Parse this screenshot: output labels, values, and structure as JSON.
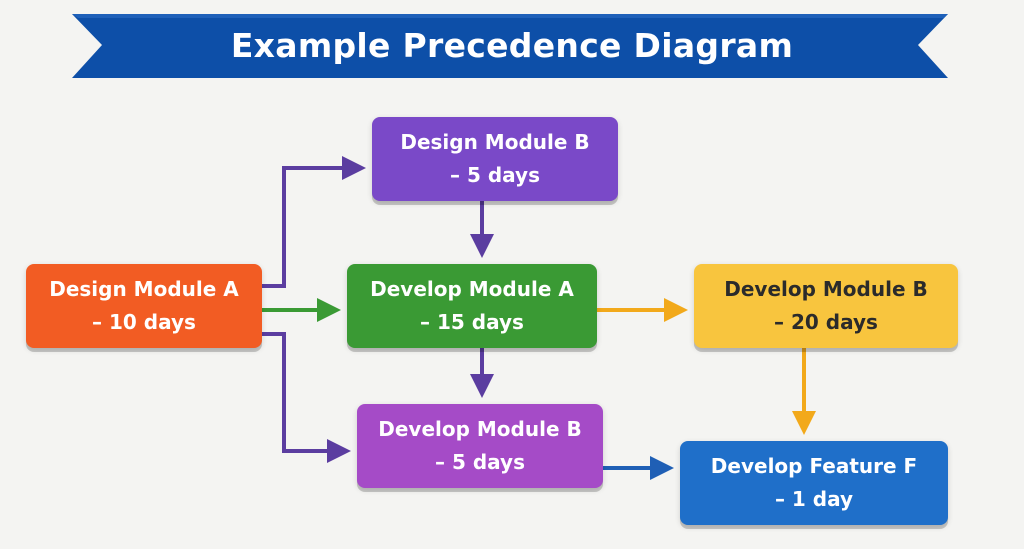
{
  "title": "Example Precedence Diagram",
  "colors": {
    "banner": "#0d4fa8",
    "banner_edge": "#0a3f88",
    "purple_arrow": "#5b3da0",
    "green_arrow": "#3a9a34",
    "orange_arrow": "#f2a91b",
    "blue_arrow": "#1f5fb5"
  },
  "nodes": {
    "design_a": {
      "line1": "Design Module A",
      "line2": "– 10 days",
      "color": "#f25c23"
    },
    "design_b": {
      "line1": "Design Module B",
      "line2": "– 5 days",
      "color": "#7a49c8"
    },
    "develop_a": {
      "line1": "Develop Module A",
      "line2": "– 15 days",
      "color": "#3a9a34"
    },
    "develop_b_yellow": {
      "line1": "Develop Module B",
      "line2": "– 20 days",
      "color": "#f8c53e"
    },
    "develop_b_purple": {
      "line1": "Develop Module B",
      "line2": "– 5 days",
      "color": "#a54bc7"
    },
    "develop_f": {
      "line1": "Develop Feature F",
      "line2": "– 1 day",
      "color": "#1f6fc9"
    }
  }
}
